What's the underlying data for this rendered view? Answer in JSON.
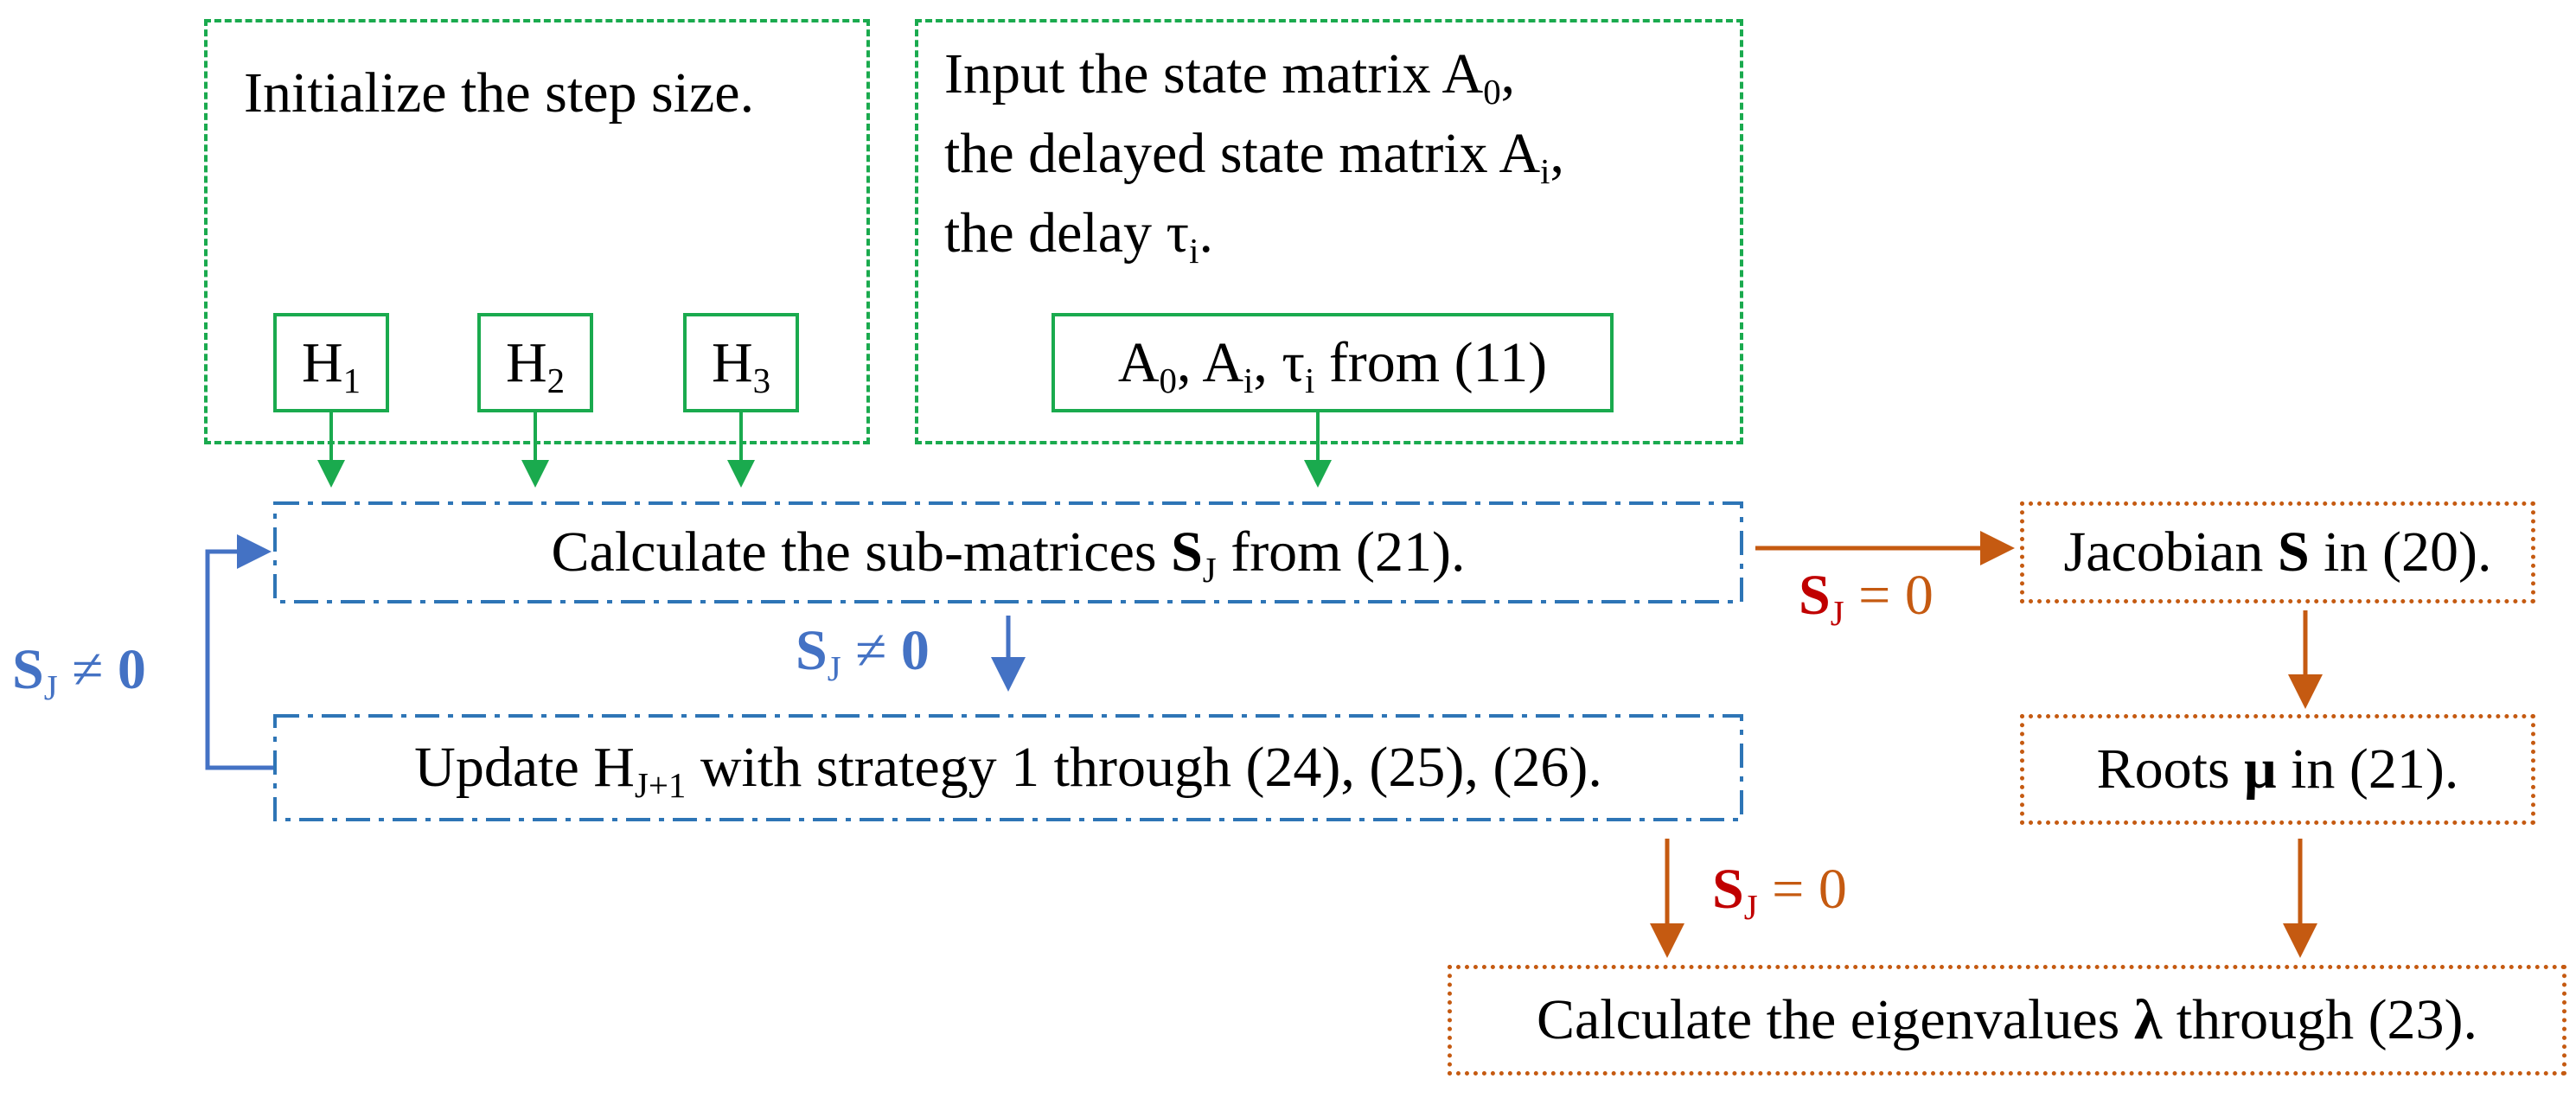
{
  "init_box": {
    "text": "Initialize the step size."
  },
  "h_boxes": [
    {
      "base": "H",
      "sub": "1"
    },
    {
      "base": "H",
      "sub": "2"
    },
    {
      "base": "H",
      "sub": "3"
    }
  ],
  "input_box": {
    "line1": "Input the state matrix A",
    "line1_sub": "0",
    "line1_end": ",",
    "line2": "the delayed state matrix A",
    "line2_sub": "i",
    "line2_end": ",",
    "line3": "the delay τ",
    "line3_sub": "i",
    "line3_end": "."
  },
  "params_box": {
    "a0": "A",
    "a0_sub": "0",
    "sep1": ", ",
    "ai": "A",
    "ai_sub": "i",
    "sep2": ", ",
    "tau": "τ",
    "tau_sub": "i",
    "tail": " from (11)"
  },
  "calc_sub_box": {
    "pre": "Calculate the sub-matrices ",
    "sym": "S",
    "sym_sub": "J",
    "post": " from (21)."
  },
  "update_box": {
    "pre": "Update H",
    "sub": "J+1",
    "post": " with strategy 1 through (24), (25), (26)."
  },
  "jacobian_box": {
    "pre": "Jacobian ",
    "sym": "S",
    "post": " in (20)."
  },
  "roots_box": {
    "pre": "Roots ",
    "sym": "μ",
    "post": " in (21)."
  },
  "eigen_box": {
    "pre": "Calculate the eigenvalues ",
    "sym": "λ",
    "post": " through (23)."
  },
  "conditions": {
    "loop_left": {
      "sym": "S",
      "sub": "J",
      "rel": " ≠ ",
      "val": "0"
    },
    "down_mid": {
      "sym": "S",
      "sub": "J",
      "rel": " ≠ ",
      "val": "0"
    },
    "right_zero": {
      "sym": "S",
      "sub": "J",
      "rel": " = ",
      "val": "0"
    },
    "down_zero": {
      "sym": "S",
      "sub": "J",
      "rel": " = ",
      "val": "0"
    }
  },
  "colors": {
    "green": "#1aaa4e",
    "blue": "#4472c4",
    "orange": "#c55a11",
    "red": "#c00000"
  }
}
